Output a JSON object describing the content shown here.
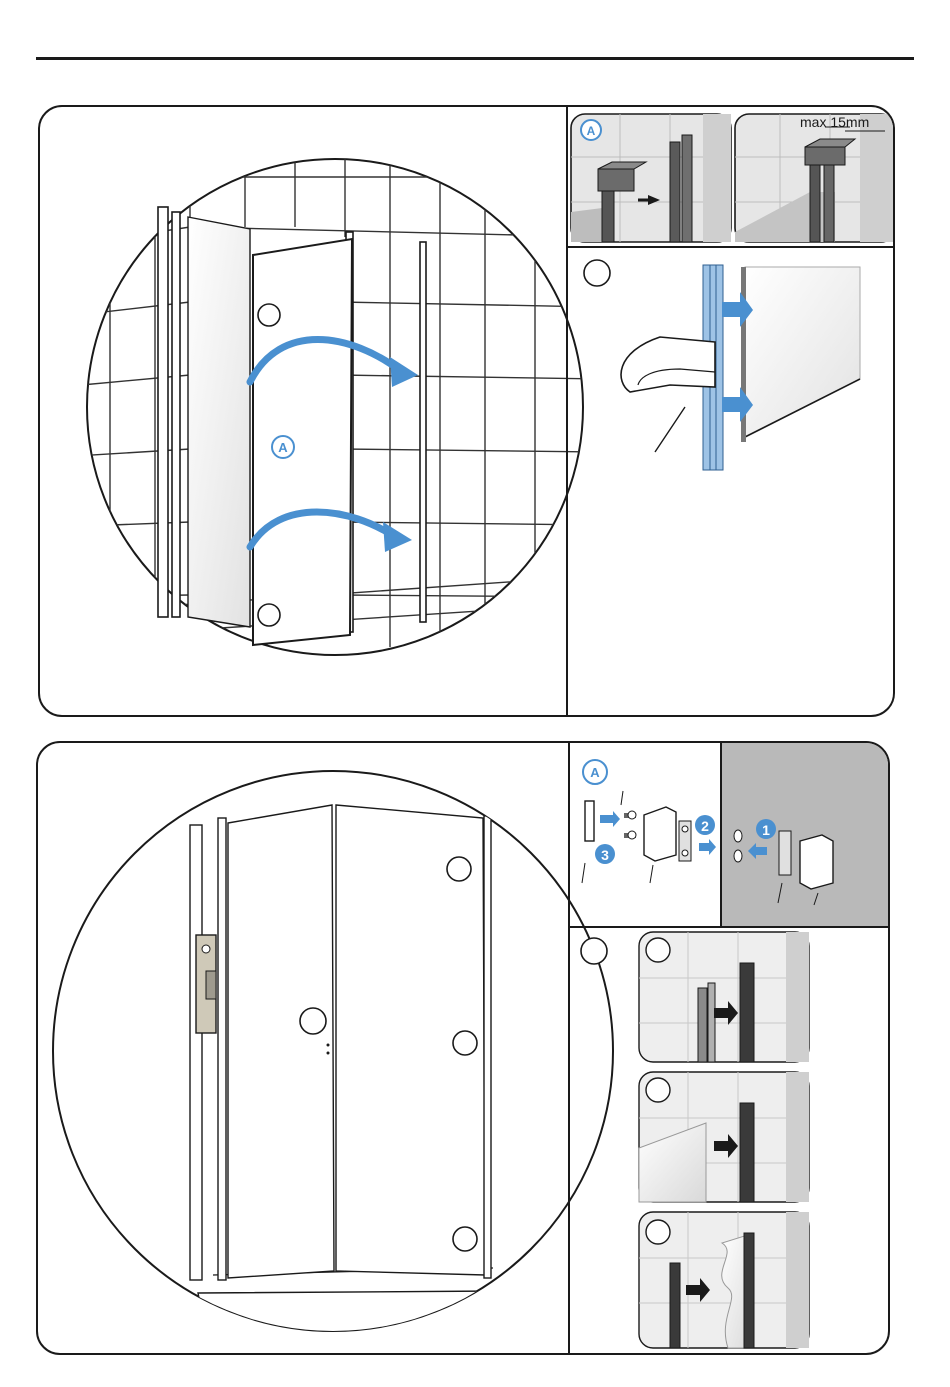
{
  "step1": {
    "callout_a_label": "A",
    "detail_a_label": "A",
    "max_gap_label": "max 15mm"
  },
  "step2": {
    "detail_a_label": "A",
    "sequence_labels": [
      "1",
      "2",
      "3"
    ]
  },
  "colors": {
    "accent_blue": "#4a90d0",
    "line": "#1a1a1a",
    "wall_gray": "#b9b9b9",
    "glass_gray": "#d6d6d6"
  }
}
